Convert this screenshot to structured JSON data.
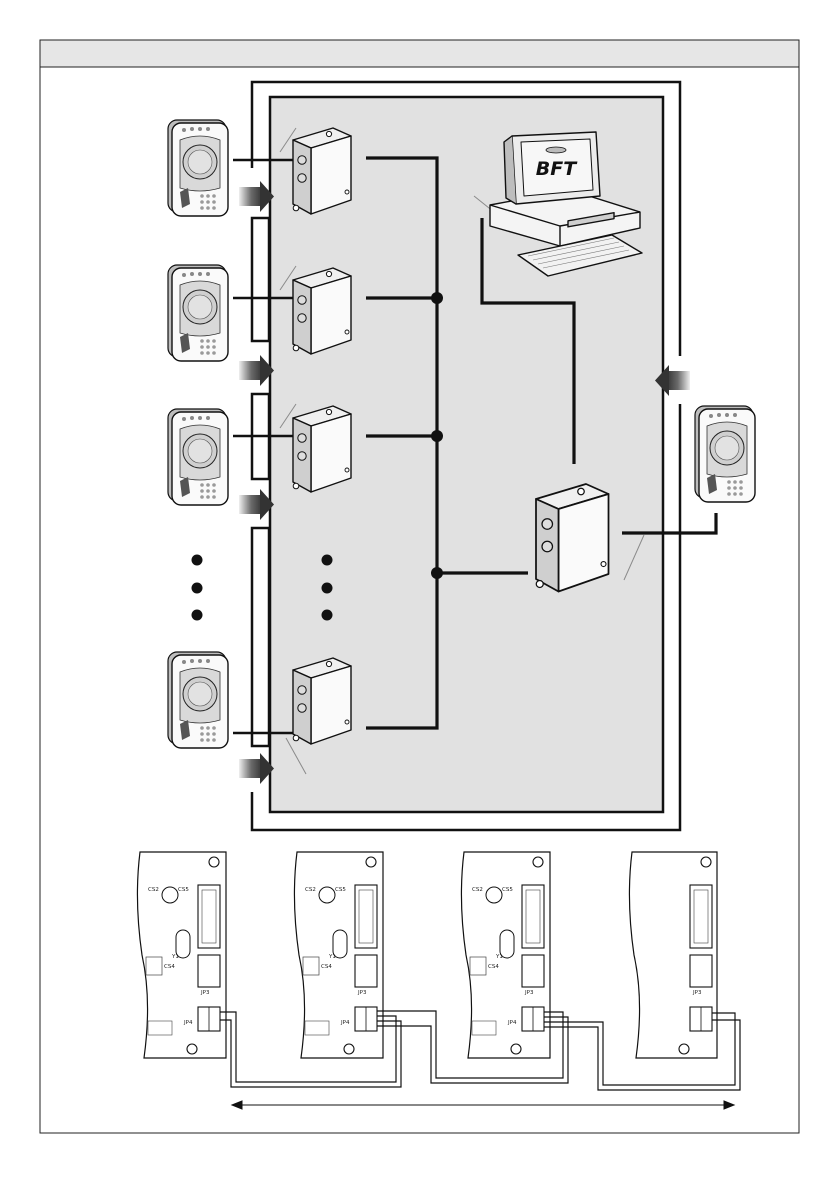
{
  "computer": {
    "logo_text": "BFT"
  },
  "board_labels": {
    "cs2": "CS2",
    "cs5": "CS5",
    "y1": "Y1",
    "cs4": "CS4",
    "jp3": "JP3",
    "jp4": "JP4"
  },
  "colors": {
    "panel": "#e1e1e1",
    "header": "#e6e6e6",
    "line": "#111111",
    "arrow": "#3a3a3a"
  },
  "icons": [
    "reader-icon",
    "controller-icon",
    "computer-icon",
    "arrow-right-icon",
    "arrow-left-icon",
    "dot-icon",
    "double-arrow-icon"
  ]
}
